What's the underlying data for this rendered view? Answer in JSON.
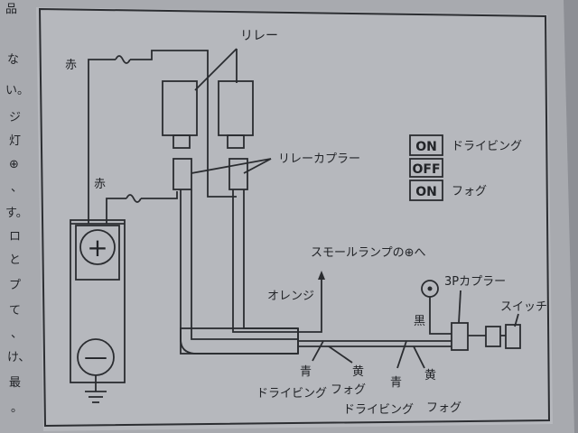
{
  "page_edge_text": [
    "品",
    "な",
    "い。",
    "ジ",
    "灯",
    "⊕",
    "、",
    "す。",
    "ロ",
    "と",
    "プ",
    "て",
    "、",
    "け、",
    "最",
    "。"
  ],
  "labels": {
    "relay": "リレー",
    "relay_coupler": "リレーカプラー",
    "red_top": "赤",
    "red_mid": "赤",
    "small_lamp": "スモールランプの⊕へ",
    "orange": "オレンジ",
    "coupler_3p": "3Pカプラー",
    "switch": "スイッチ",
    "black": "黒",
    "blue_1": "青",
    "yellow_1": "黄",
    "driving_1": "ドライビング",
    "fog_1": "フォグ",
    "blue_2": "青",
    "yellow_2": "黄",
    "driving_2": "ドライビング",
    "fog_2": "フォグ"
  },
  "switch_table": [
    {
      "state": "ON",
      "label": "ドライビング"
    },
    {
      "state": "OFF",
      "label": ""
    },
    {
      "state": "ON",
      "label": "フォグ"
    }
  ],
  "battery": {
    "plus_symbol": "+",
    "minus_symbol": "—"
  }
}
